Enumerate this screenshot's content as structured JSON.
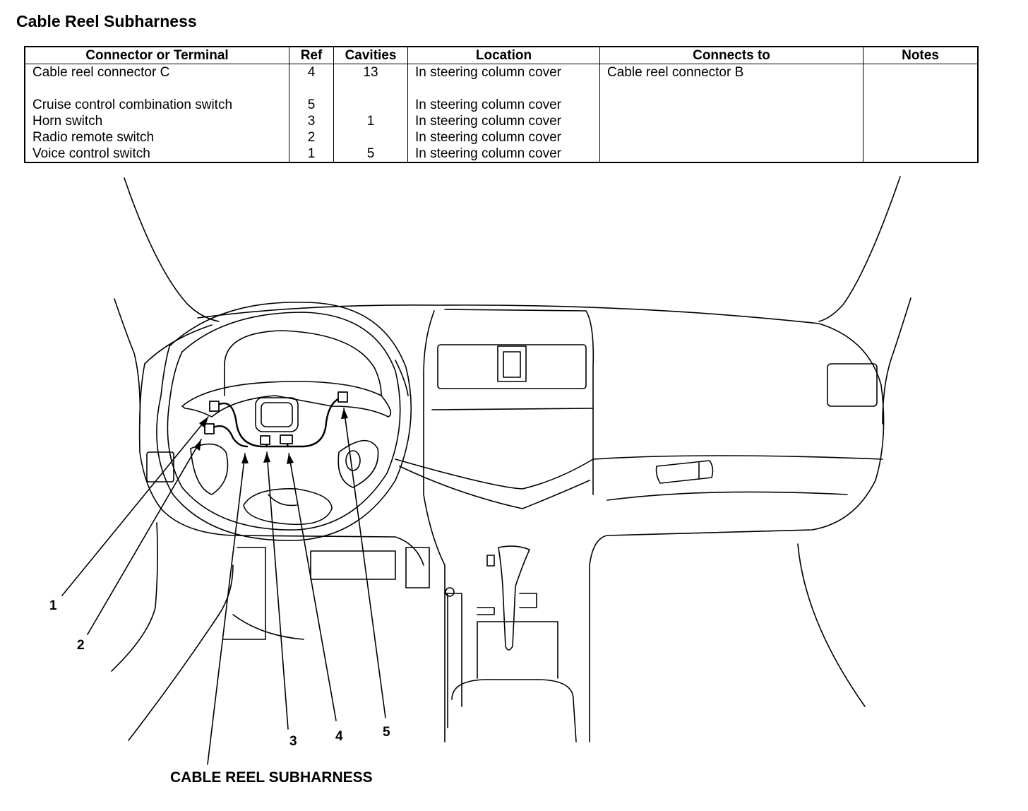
{
  "title": "Cable Reel Subharness",
  "table": {
    "headers": {
      "connector": "Connector or Terminal",
      "ref": "Ref",
      "cavities": "Cavities",
      "location": "Location",
      "connects_to": "Connects to",
      "notes": "Notes"
    },
    "rows": [
      {
        "connector": "Cable reel connector C",
        "ref": "4",
        "cavities": "13",
        "location": "In steering column cover",
        "connects_to": "Cable reel connector B",
        "notes": ""
      },
      {
        "connector": "Cruise control combination switch",
        "ref": "5",
        "cavities": "",
        "location": "In steering column cover",
        "connects_to": "",
        "notes": ""
      },
      {
        "connector": "Horn switch",
        "ref": "3",
        "cavities": "1",
        "location": "In steering column cover",
        "connects_to": "",
        "notes": ""
      },
      {
        "connector": "Radio remote switch",
        "ref": "2",
        "cavities": "",
        "location": "In steering column cover",
        "connects_to": "",
        "notes": ""
      },
      {
        "connector": "Voice control switch",
        "ref": "1",
        "cavities": "5",
        "location": "In steering column cover",
        "connects_to": "",
        "notes": ""
      }
    ]
  },
  "diagram": {
    "callouts": [
      "1",
      "2",
      "3",
      "4",
      "5"
    ],
    "harness_label": "CABLE REEL SUBHARNESS"
  }
}
